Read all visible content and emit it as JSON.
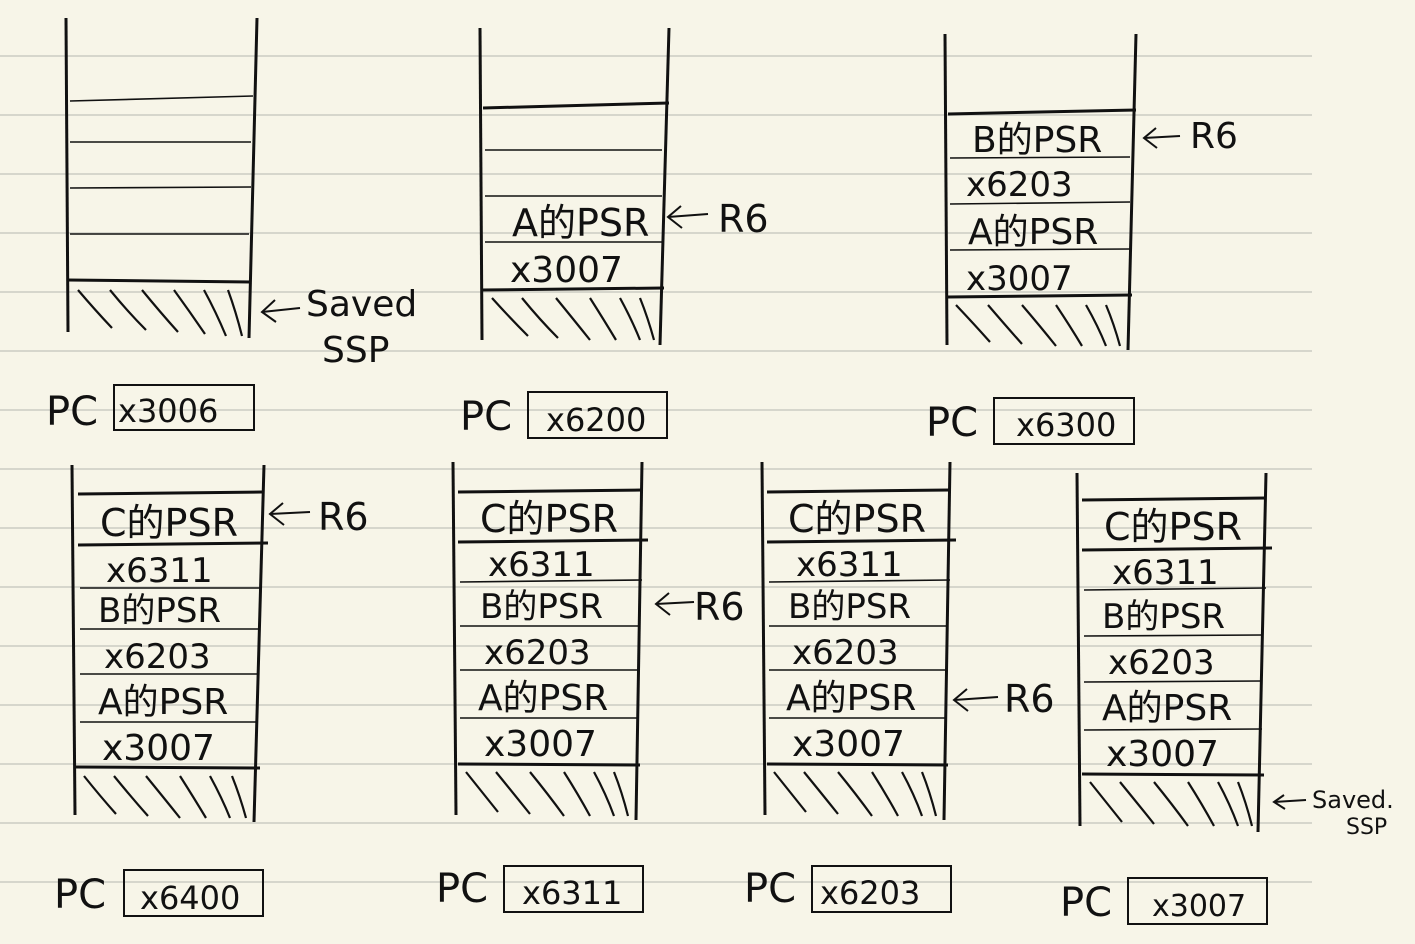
{
  "labels": {
    "pc": "PC",
    "r6": "R6",
    "saved_ssp_line1": "Saved",
    "saved_ssp_line2": "SSP",
    "saved_ssp_small_line1": "Saved.",
    "saved_ssp_small_line2": "SSP"
  },
  "stacks": [
    {
      "pc": "x3006",
      "entries": [
        "",
        "",
        "",
        ""
      ],
      "r6_index": -1,
      "saved_ssp": true
    },
    {
      "pc": "x6200",
      "entries": [
        "",
        "",
        "A的PSR",
        "x3007"
      ],
      "r6_index": 2,
      "saved_ssp": false
    },
    {
      "pc": "x6300",
      "entries": [
        "B的PSR",
        "x6203",
        "A的PSR",
        "x3007"
      ],
      "r6_index": 0,
      "saved_ssp": false
    },
    {
      "pc": "x6400",
      "entries": [
        "C的PSR",
        "x6311",
        "B的PSR",
        "x6203",
        "A的PSR",
        "x3007"
      ],
      "r6_index": 0,
      "saved_ssp": false
    },
    {
      "pc": "x6311",
      "entries": [
        "C的PSR",
        "x6311",
        "B的PSR",
        "x6203",
        "A的PSR",
        "x3007"
      ],
      "r6_index": 2,
      "saved_ssp": false
    },
    {
      "pc": "x6203",
      "entries": [
        "C的PSR",
        "x6311",
        "B的PSR",
        "x6203",
        "A的PSR",
        "x3007"
      ],
      "r6_index": 4,
      "saved_ssp": false
    },
    {
      "pc": "x3007",
      "entries": [
        "C的PSR",
        "x6311",
        "B的PSR",
        "x6203",
        "A的PSR",
        "x3007"
      ],
      "r6_index": -1,
      "saved_ssp": true
    }
  ]
}
